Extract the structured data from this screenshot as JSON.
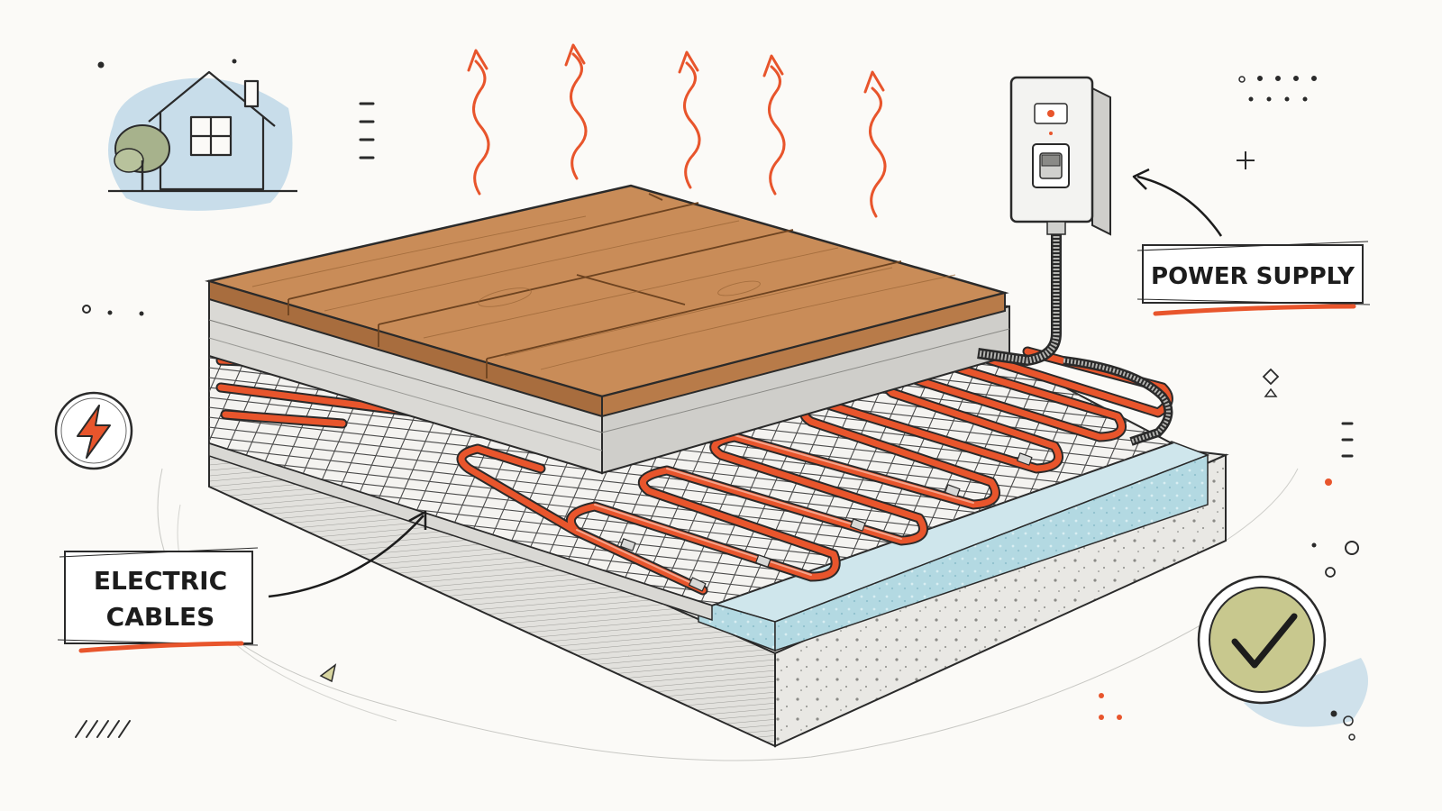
{
  "labels": {
    "power_supply": "POWER SUPPLY",
    "electric_cables_line1": "ELECTRIC",
    "electric_cables_line2": "CABLES"
  },
  "icons": {
    "house": "house-icon",
    "lightning": "lightning-bolt-icon",
    "checkmark": "checkmark-icon",
    "switch": "power-switch-icon",
    "heat": "heat-wave-arrow-icon"
  },
  "colors": {
    "accent": "#e8552c",
    "ink": "#1c1c1c",
    "wood": "#c98c58",
    "insulation": "#a9d3de",
    "check_fill": "#c8c88e",
    "house_wash": "#bcd6e6"
  }
}
